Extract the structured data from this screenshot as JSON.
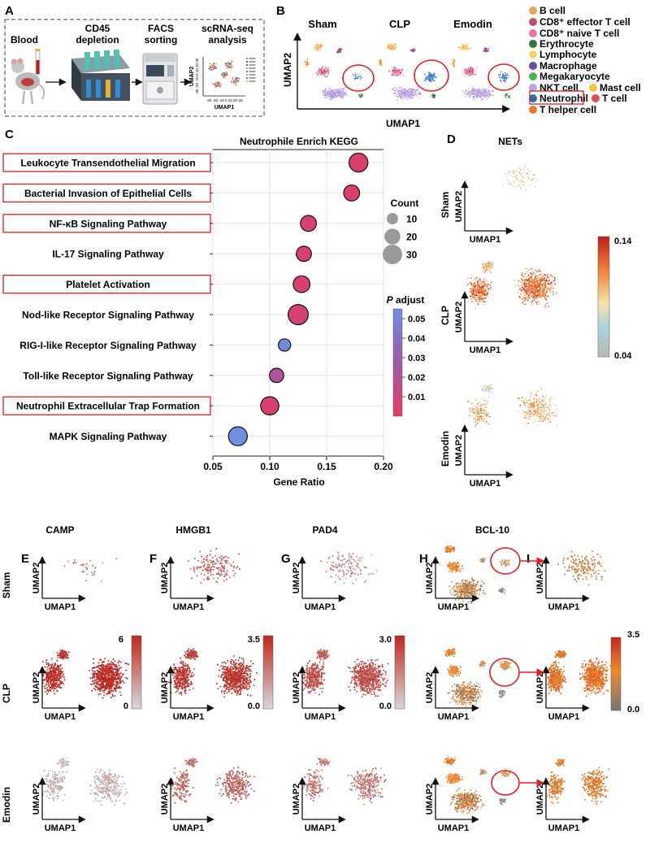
{
  "panel_letters": {
    "A": "A",
    "B": "B",
    "C": "C",
    "D": "D",
    "E": "E",
    "F": "F",
    "G": "G",
    "H": "H",
    "I": "I"
  },
  "panel_a": {
    "steps": [
      "Blood",
      "CD45",
      "depletion",
      "FACS",
      "sorting",
      "scRNA-seq",
      "analysis"
    ],
    "thumb_axis": "UMAP1",
    "thumb_axis_y": "UMAP2",
    "thumb_ticks_x": "-30 -20 -10 0 10 20 30",
    "thumb_ticks_y": "-30 -20 -10 0 10 20 30"
  },
  "panel_b": {
    "conditions": [
      "Sham",
      "CLP",
      "Emodin"
    ],
    "xlabel": "UMAP1",
    "ylabel": "UMAP2",
    "legend": [
      {
        "label": "B cell",
        "color": "#f0a45c"
      },
      {
        "label": "CD8⁺ effector T cell",
        "color": "#c04e6e"
      },
      {
        "label": "CD8⁺ naive T cell",
        "color": "#e8779a"
      },
      {
        "label": "Erythrocyte",
        "color": "#2f7a3a"
      },
      {
        "label": "Lymphocyte",
        "color": "#f5d36b"
      },
      {
        "label": "Macrophage",
        "color": "#6a4ba8"
      },
      {
        "label": "Megakaryocyte",
        "color": "#4caf50"
      },
      {
        "label": "NKT cell",
        "color": "#b9a2e0"
      },
      {
        "label": "Mast cell",
        "color": "#f6c342"
      },
      {
        "label": "Neutrophil",
        "color": "#2b6cb0"
      },
      {
        "label": "T cell",
        "color": "#e04f4f"
      },
      {
        "label": "T helper cell",
        "color": "#e87a30"
      }
    ]
  },
  "chart_data": {
    "type": "scatter",
    "title": "Neutrophile Enrich KEGG",
    "xlabel": "Gene Ratio",
    "ylabel": "",
    "xlim": [
      0.05,
      0.2
    ],
    "xticks": [
      "0.05",
      "0.10",
      "0.15",
      "0.20"
    ],
    "size_legend": {
      "title": "Count",
      "values": [
        10,
        20,
        30
      ]
    },
    "color_legend": {
      "title_italic": "P",
      "title_rest": " adjust",
      "ticks": [
        "0.05",
        "0.04",
        "0.03",
        "0.02",
        "0.01"
      ],
      "range": [
        0.0,
        0.055
      ]
    },
    "points": [
      {
        "term": "Leukocyte Transendothelial Migration",
        "ratio": 0.178,
        "count": 28,
        "padj": 0.003,
        "highlight": true
      },
      {
        "term": "Bacterial Invasion of Epithelial Cells",
        "ratio": 0.172,
        "count": 20,
        "padj": 0.004,
        "highlight": true
      },
      {
        "term": "NF-κB Signaling Pathway",
        "ratio": 0.134,
        "count": 20,
        "padj": 0.004,
        "highlight": true
      },
      {
        "term": "IL-17 Signaling Pathway",
        "ratio": 0.13,
        "count": 18,
        "padj": 0.004,
        "highlight": false
      },
      {
        "term": "Platelet Activation",
        "ratio": 0.128,
        "count": 22,
        "padj": 0.004,
        "highlight": true
      },
      {
        "term": "Nod-like Receptor Signaling Pathway",
        "ratio": 0.125,
        "count": 32,
        "padj": 0.005,
        "highlight": false
      },
      {
        "term": "RIG-I-like Receptor Signaling Pathway",
        "ratio": 0.113,
        "count": 12,
        "padj": 0.052,
        "highlight": false
      },
      {
        "term": "Toll-like Receptor Signaling Pathway",
        "ratio": 0.106,
        "count": 16,
        "padj": 0.022,
        "highlight": false
      },
      {
        "term": "Neutrophil Extracellular Trap Formation",
        "ratio": 0.1,
        "count": 26,
        "padj": 0.004,
        "highlight": true
      },
      {
        "term": "MAPK Signaling Pathway",
        "ratio": 0.072,
        "count": 28,
        "padj": 0.055,
        "highlight": false
      }
    ]
  },
  "panel_d": {
    "title": "NETs",
    "rows": [
      "Sham",
      "CLP",
      "Emodin"
    ],
    "xlabel": "UMAP1",
    "ylabel": "UMAP2",
    "scale_max": "0.14",
    "scale_min": "0.04"
  },
  "genes": [
    {
      "letter": "E",
      "name": "CAMP",
      "max": "6",
      "min": "0"
    },
    {
      "letter": "F",
      "name": "HMGB1",
      "max": "3.5",
      "min": "0.0"
    },
    {
      "letter": "G",
      "name": "PAD4",
      "max": "3.0",
      "min": "0.0"
    },
    {
      "letter": "H",
      "name": "BCL-10",
      "max": "3.5",
      "min": "0.0"
    }
  ],
  "row_labels": [
    "Sham",
    "CLP",
    "Emodin"
  ],
  "axis": {
    "x": "UMAP1",
    "y": "UMAP2"
  }
}
